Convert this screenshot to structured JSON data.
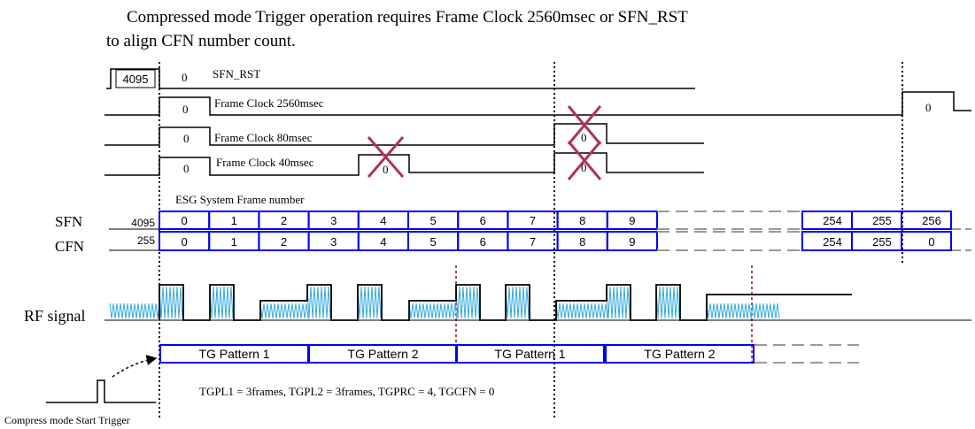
{
  "title_line1": "Compressed mode Trigger operation requires Frame Clock 2560msec or SFN_RST",
  "title_line2": "to align CFN number count.",
  "signals": {
    "sfn_rst_prev": "4095",
    "sfn_rst_val": "0",
    "sfn_rst_label": "SFN_RST",
    "fc2560_label": "Frame Clock 2560msec",
    "fc2560_val": "0",
    "fc2560_end_val": "0",
    "fc80_label": "Frame Clock 80msec",
    "fc80_val": "0",
    "fc80_x_val": "0",
    "fc40_label": "Frame Clock 40msec",
    "fc40_val": "0",
    "fc40_x_val1": "0",
    "fc40_x_val2": "0"
  },
  "frames": {
    "esg_label": "ESG System Frame number",
    "sfn_label": "SFN",
    "cfn_label": "CFN",
    "sfn_prev": "4095",
    "cfn_prev": "255",
    "sfn": [
      "0",
      "1",
      "2",
      "3",
      "4",
      "5",
      "6",
      "7",
      "8",
      "9"
    ],
    "cfn": [
      "0",
      "1",
      "2",
      "3",
      "4",
      "5",
      "6",
      "7",
      "8",
      "9"
    ],
    "sfn_tail": [
      "254",
      "255",
      "256"
    ],
    "cfn_tail": [
      "254",
      "255",
      "0"
    ]
  },
  "rf": {
    "label": "RF signal"
  },
  "tg": {
    "patterns": [
      "TG Pattern 1",
      "TG Pattern 2",
      "TG Pattern 1",
      "TG Pattern 2"
    ],
    "params": "TGPL1 = 3frames,  TGPL2 = 3frames,  TGPRC = 4, TGCFN = 0"
  },
  "trigger_label": "Compress mode Start Trigger",
  "colors": {
    "frame_box": "#0000ff",
    "x_mark": "#b03060",
    "marker_line": "#8b0a3c",
    "rf_wave": "#33aadd"
  }
}
